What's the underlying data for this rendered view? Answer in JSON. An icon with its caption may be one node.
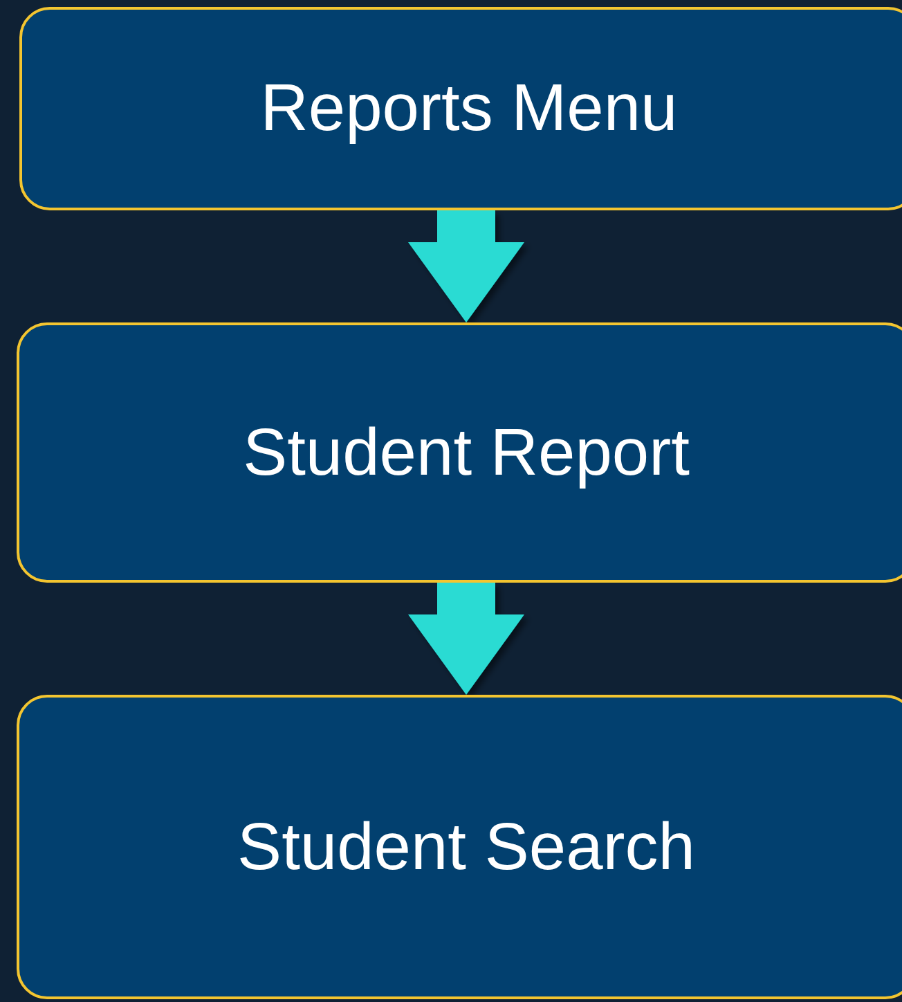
{
  "diagram": {
    "nodes": [
      {
        "text": [
          "Reports Menu"
        ]
      },
      {
        "text": [
          "Student Report"
        ]
      },
      {
        "text": [
          "Student Search"
        ]
      }
    ],
    "edges": [
      {
        "from": 0,
        "to": 1,
        "arrow": "to"
      },
      {
        "from": 1,
        "to": 2,
        "arrow": "to"
      }
    ]
  }
}
